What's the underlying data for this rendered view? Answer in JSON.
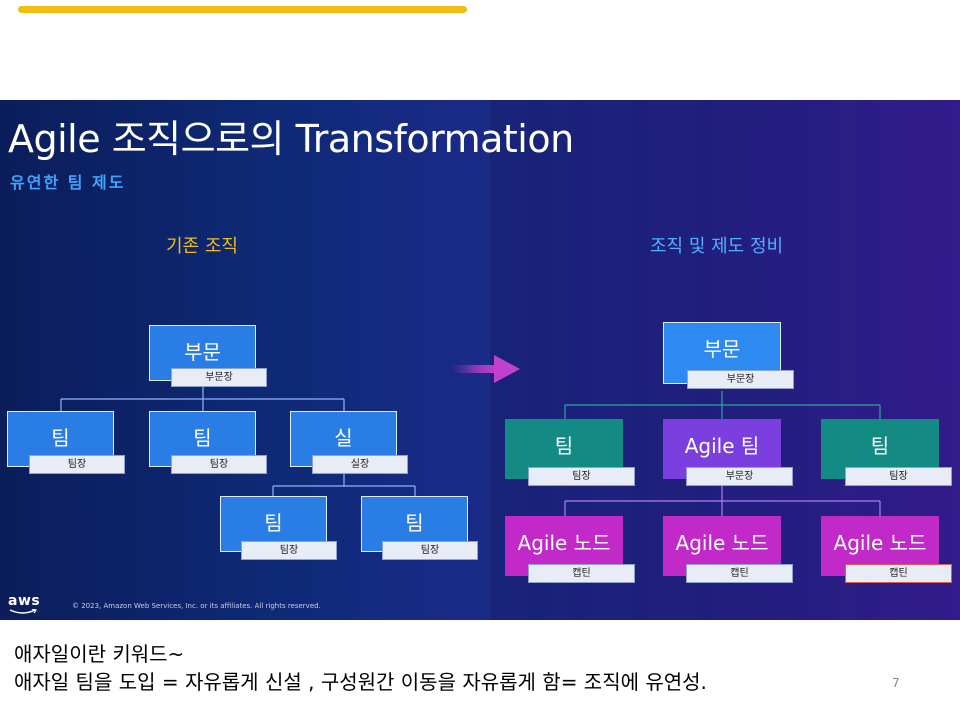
{
  "slide": {
    "title": "Agile 조직으로의 Transformation",
    "subtitle": "유연한 팀 제도",
    "left_label": "기존 조직",
    "right_label": "조직 및 제도 정비",
    "footer": {
      "logo": "aws",
      "copyright": "© 2023, Amazon Web Services, Inc. or its affiliates. All rights reserved."
    }
  },
  "left_org": {
    "root": {
      "name": "부문",
      "tag": "부문장"
    },
    "level2": [
      {
        "name": "팀",
        "tag": "팀장"
      },
      {
        "name": "팀",
        "tag": "팀장"
      },
      {
        "name": "실",
        "tag": "실장"
      }
    ],
    "level3": [
      {
        "name": "팀",
        "tag": "팀장"
      },
      {
        "name": "팀",
        "tag": "팀장"
      }
    ]
  },
  "right_org": {
    "root": {
      "name": "부문",
      "tag": "부문장"
    },
    "level2": [
      {
        "name": "팀",
        "tag": "팀장"
      },
      {
        "name": "Agile 팀",
        "tag": "부문장"
      },
      {
        "name": "팀",
        "tag": "팀장"
      }
    ],
    "level3": [
      {
        "name": "Agile 노드",
        "tag": "캡틴"
      },
      {
        "name": "Agile 노드",
        "tag": "캡틴"
      },
      {
        "name": "Agile 노드",
        "tag": "캡틴"
      }
    ]
  },
  "notes": {
    "line1": "애자일이란 키워드~",
    "line2": "애자일 팀을 도입  = 자유롭게 신설 , 구성원간 이동을 자유롭게 함= 조직에 유연성.",
    "page_number": "7"
  },
  "colors": {
    "accent_bar": "#f2bd12",
    "box_blue": "#2b7de6",
    "box_teal": "#148a85",
    "box_purple": "#7b3fe0",
    "box_magenta": "#c12ac8",
    "arrow": "#b83cc4"
  }
}
